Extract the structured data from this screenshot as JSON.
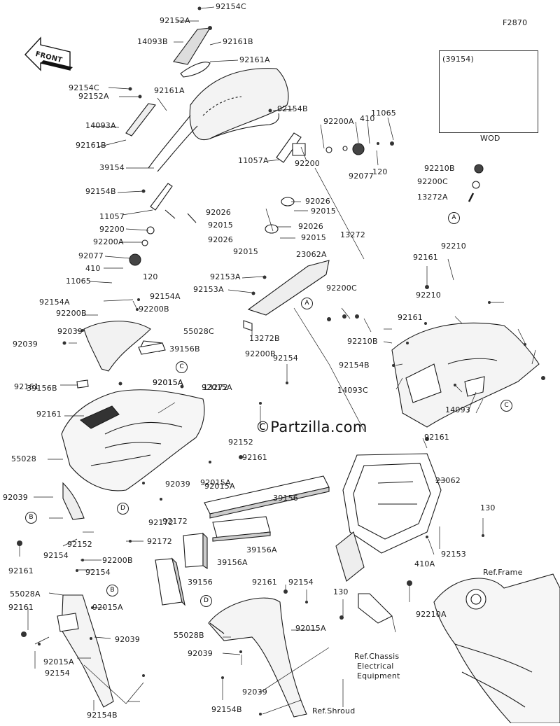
{
  "figure_code": "F2870",
  "watermark": "©Partzilla.com",
  "front_arrow_label": "FRONT",
  "inset": {
    "title": "(39154)",
    "caption": "WOD"
  },
  "reference_circles": [
    "A",
    "A",
    "B",
    "B",
    "C",
    "C",
    "D",
    "D"
  ],
  "refs": {
    "frame": "Ref.Frame",
    "chassis_line1": "Ref.Chassis",
    "chassis_line2": "Electrical",
    "chassis_line3": "Equipment",
    "shroud": "Ref.Shroud"
  },
  "part_labels": [
    "92154C",
    "92152A",
    "14093B",
    "92161B",
    "92161A",
    "92154C",
    "92152A",
    "92161A",
    "14093A",
    "92161B",
    "39154",
    "92154B",
    "11057",
    "92200",
    "92200A",
    "92077",
    "410",
    "11065",
    "120",
    "92026",
    "92015",
    "92026",
    "92015",
    "92154B",
    "92200A",
    "410",
    "11065",
    "11057A",
    "120",
    "92200",
    "92077",
    "92026",
    "92015",
    "92026",
    "92015",
    "13272",
    "92210B",
    "92200C",
    "13272A",
    "23062A",
    "92153A",
    "92153A",
    "92200C",
    "92210",
    "92161",
    "92210",
    "92154A",
    "92154A",
    "92200B",
    "92200B",
    "92039",
    "55028C",
    "92039",
    "39156B",
    "92161",
    "92015A",
    "13272",
    "13272B",
    "92210B",
    "92200B",
    "92154",
    "92154B",
    "92161",
    "14093C",
    "39156B",
    "92015A",
    "92015A",
    "92161",
    "92172",
    "14093",
    "92152",
    "55028",
    "92039",
    "92015A",
    "92161",
    "92161",
    "92039",
    "92172",
    "92015A",
    "23062",
    "39156",
    "92172",
    "130",
    "92154",
    "92152",
    "92161",
    "92200B",
    "92154",
    "39156A",
    "39156A",
    "92153",
    "410A",
    "39156",
    "92161",
    "92154",
    "130",
    "92210A",
    "55028A",
    "92161",
    "92015A",
    "92039",
    "55028B",
    "92015A",
    "92039",
    "92015A",
    "92154",
    "92154B",
    "92039",
    "92154B"
  ]
}
